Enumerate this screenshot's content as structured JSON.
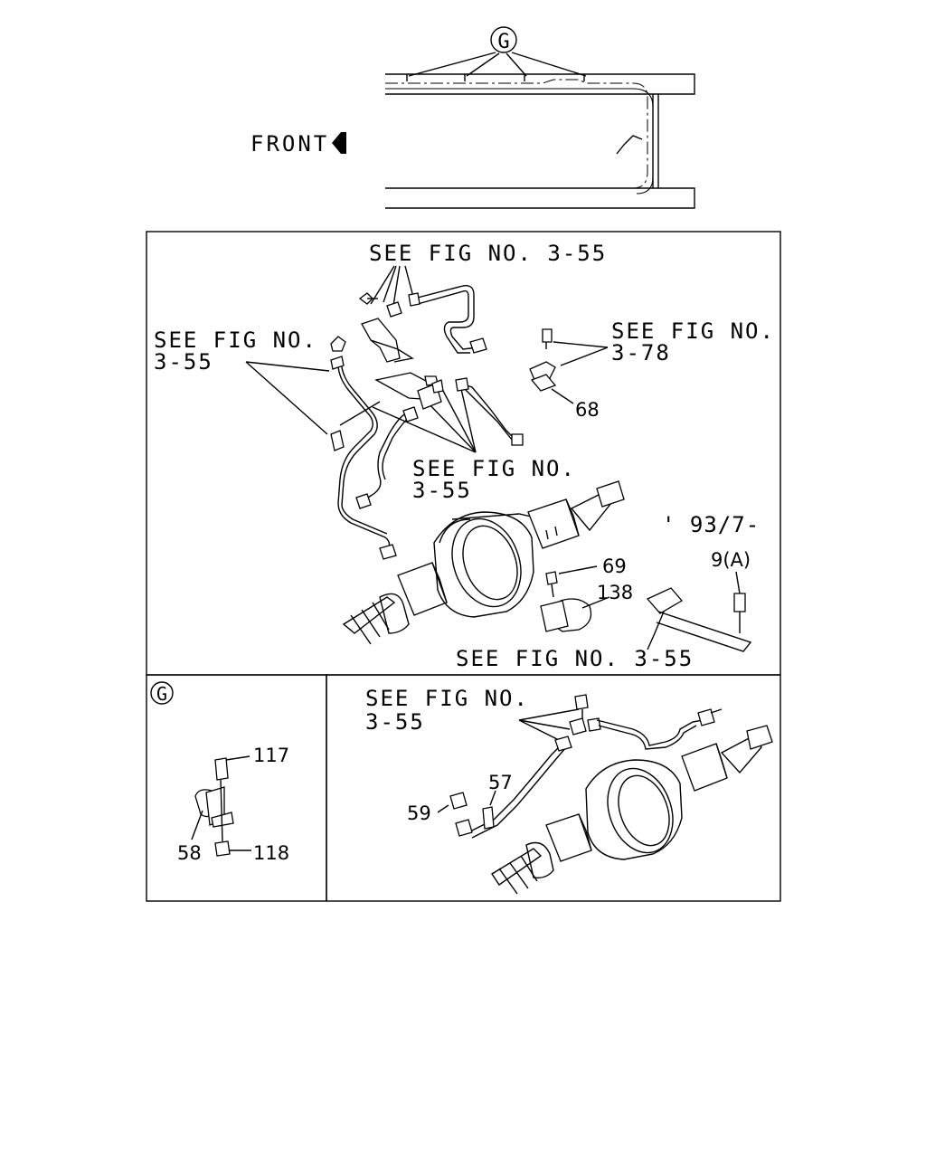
{
  "header": {
    "marker_g": "G",
    "front_label": "FRONT"
  },
  "main_panel": {
    "ref_top": "SEE FIG NO. 3-55",
    "ref_left_line1": "SEE FIG NO.",
    "ref_left_line2": "3-55",
    "ref_right_line1": "SEE FIG NO.",
    "ref_right_line2": "3-78",
    "ref_center_line1": "SEE FIG NO.",
    "ref_center_line2": "3-55",
    "ref_bottom": "SEE FIG NO. 3-55",
    "date_note": "' 93/7-",
    "parts": {
      "p68": "68",
      "p69": "69",
      "p138": "138",
      "p9a": "9(A)"
    }
  },
  "detail_g": {
    "marker": "G",
    "parts": {
      "p117": "117",
      "p58": "58",
      "p118": "118"
    }
  },
  "rear_panel": {
    "ref_line1": "SEE FIG NO.",
    "ref_line2": "3-55",
    "parts": {
      "p57": "57",
      "p59": "59"
    }
  }
}
